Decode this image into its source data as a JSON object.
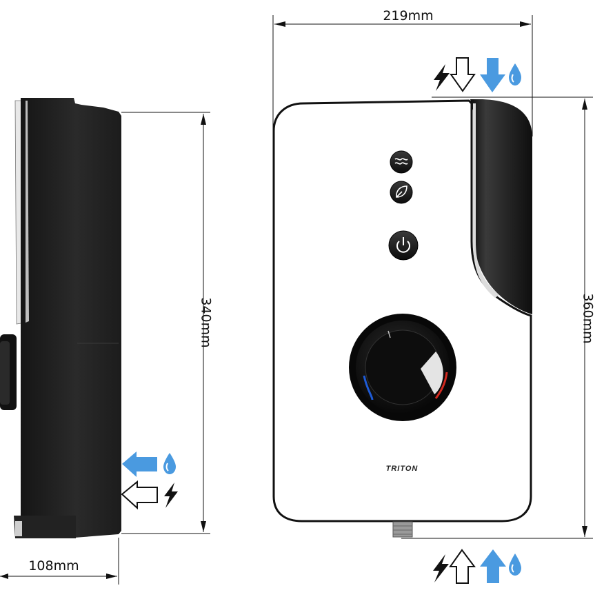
{
  "dimensions": {
    "width_label": "219mm",
    "height_front_label": "360mm",
    "height_side_label": "340mm",
    "depth_label": "108mm"
  },
  "unit": {
    "brand": "TRITON"
  },
  "icons": {
    "power": "lightning-bolt-icon",
    "water": "water-drop-icon",
    "inlet_arrow": "arrow-icon"
  },
  "colors": {
    "water_blue": "#4a9ae0",
    "body_black": "#1f1f1f",
    "dial_hot": "#d42a20",
    "dial_cold": "#1e5bd6"
  }
}
